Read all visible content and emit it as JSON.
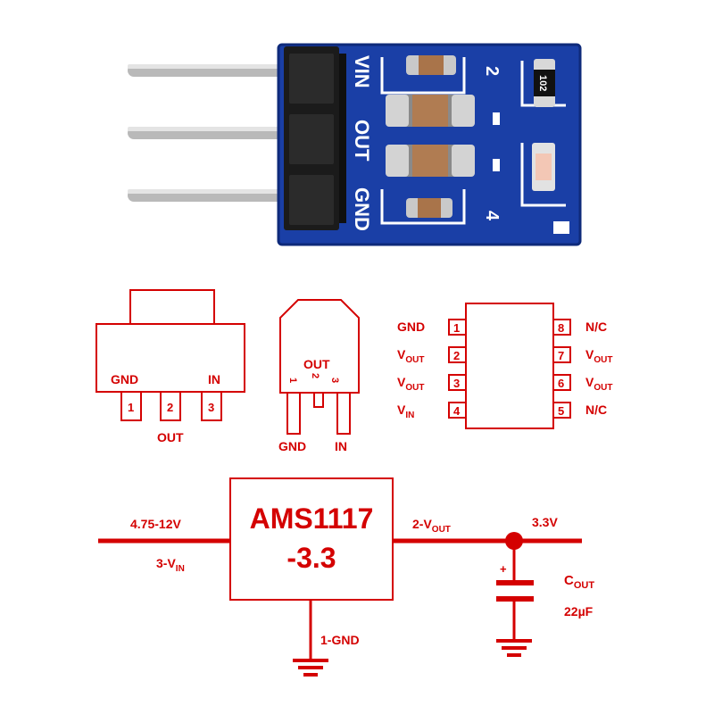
{
  "colors": {
    "diagram_red": "#d40000",
    "pcb_blue": "#1a3fa6",
    "silkscreen": "#ffffff",
    "header_black": "#1b1b1b",
    "pin_metal": "#b8b8b8"
  },
  "board": {
    "silk_pins": [
      "VIN",
      "OUT",
      "GND"
    ],
    "resistor_code": "102",
    "cap_marks": [
      "2",
      "4"
    ]
  },
  "sot223": {
    "pin_gnd": "GND",
    "pin_in": "IN",
    "pin_out": "OUT",
    "pin_numbers": [
      "1",
      "2",
      "3"
    ]
  },
  "to252": {
    "label_out": "OUT",
    "pin_numbers": [
      "1",
      "2",
      "3"
    ],
    "label_gnd": "GND",
    "label_in": "IN"
  },
  "soic8": {
    "left_pins": [
      {
        "num": "1",
        "label": "GND",
        "sub": ""
      },
      {
        "num": "2",
        "label": "V",
        "sub": "OUT"
      },
      {
        "num": "3",
        "label": "V",
        "sub": "OUT"
      },
      {
        "num": "4",
        "label": "V",
        "sub": "IN"
      }
    ],
    "right_pins": [
      {
        "num": "8",
        "label": "N/C",
        "sub": ""
      },
      {
        "num": "7",
        "label": "V",
        "sub": "OUT"
      },
      {
        "num": "6",
        "label": "V",
        "sub": "OUT"
      },
      {
        "num": "5",
        "label": "N/C",
        "sub": ""
      }
    ]
  },
  "schematic": {
    "chip_line1": "AMS1117",
    "chip_line2": "-3.3",
    "vin_range": "4.75-12V",
    "vin_pin_prefix": "3-V",
    "vin_pin_sub": "IN",
    "vout_pin_prefix": "2-V",
    "vout_pin_sub": "OUT",
    "vout_value": "3.3V",
    "gnd_pin": "1-GND",
    "cap_plus": "+",
    "cap_label_prefix": "C",
    "cap_label_sub": "OUT",
    "cap_value": "22µF"
  }
}
